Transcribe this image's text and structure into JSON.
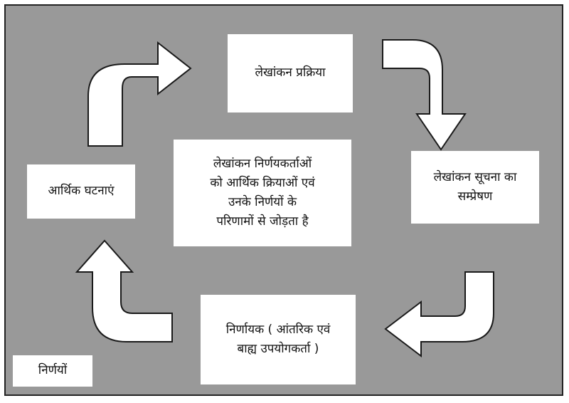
{
  "diagram": {
    "center_text": [
      "लेखांकन निर्णयकर्ताओं",
      "को आर्थिक क्रियाओं एवं",
      "उनके निर्णयों के",
      "परिणामों से जोड़ता है"
    ],
    "nodes": {
      "process": "लेखांकन प्रक्रिया",
      "communication": [
        "लेखांकन सूचना का",
        "सम्प्रेषण"
      ],
      "decision_makers": [
        "निर्णायक ( आंतरिक एवं",
        "बाह्य उपयोगकर्ता )"
      ],
      "economic_events": "आर्थिक घटनाएं",
      "decisions": "निर्णयों"
    }
  }
}
